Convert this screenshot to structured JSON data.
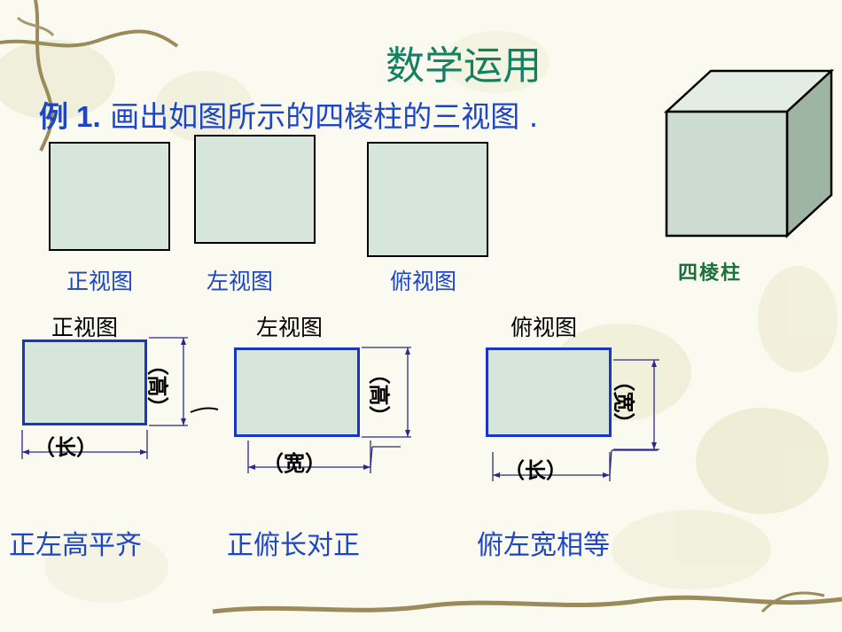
{
  "title": "数学运用",
  "example": {
    "label": "例 1.",
    "text": "画出如图所示的四棱柱的三视图 ."
  },
  "solid_label": "四棱柱",
  "top_views": {
    "front": "正视图",
    "left": "左视图",
    "top": "俯视图"
  },
  "dimensioned_views": {
    "front": {
      "label": "正视图",
      "width": "（长）",
      "height": "（高）"
    },
    "left": {
      "label": "左视图",
      "width": "（宽）",
      "height": "（高）"
    },
    "top": {
      "label": "俯视图",
      "width": "（长）",
      "height": "（宽）"
    }
  },
  "rules": {
    "r1": "正左高平齐",
    "r2": "正俯长对正",
    "r3": "俯左宽相等"
  },
  "colors": {
    "title": "#138060",
    "text_blue": "#1c46c4",
    "fill": "#d6e6da",
    "box_border": "#1a35c4",
    "green_label": "#1b6f3b"
  }
}
